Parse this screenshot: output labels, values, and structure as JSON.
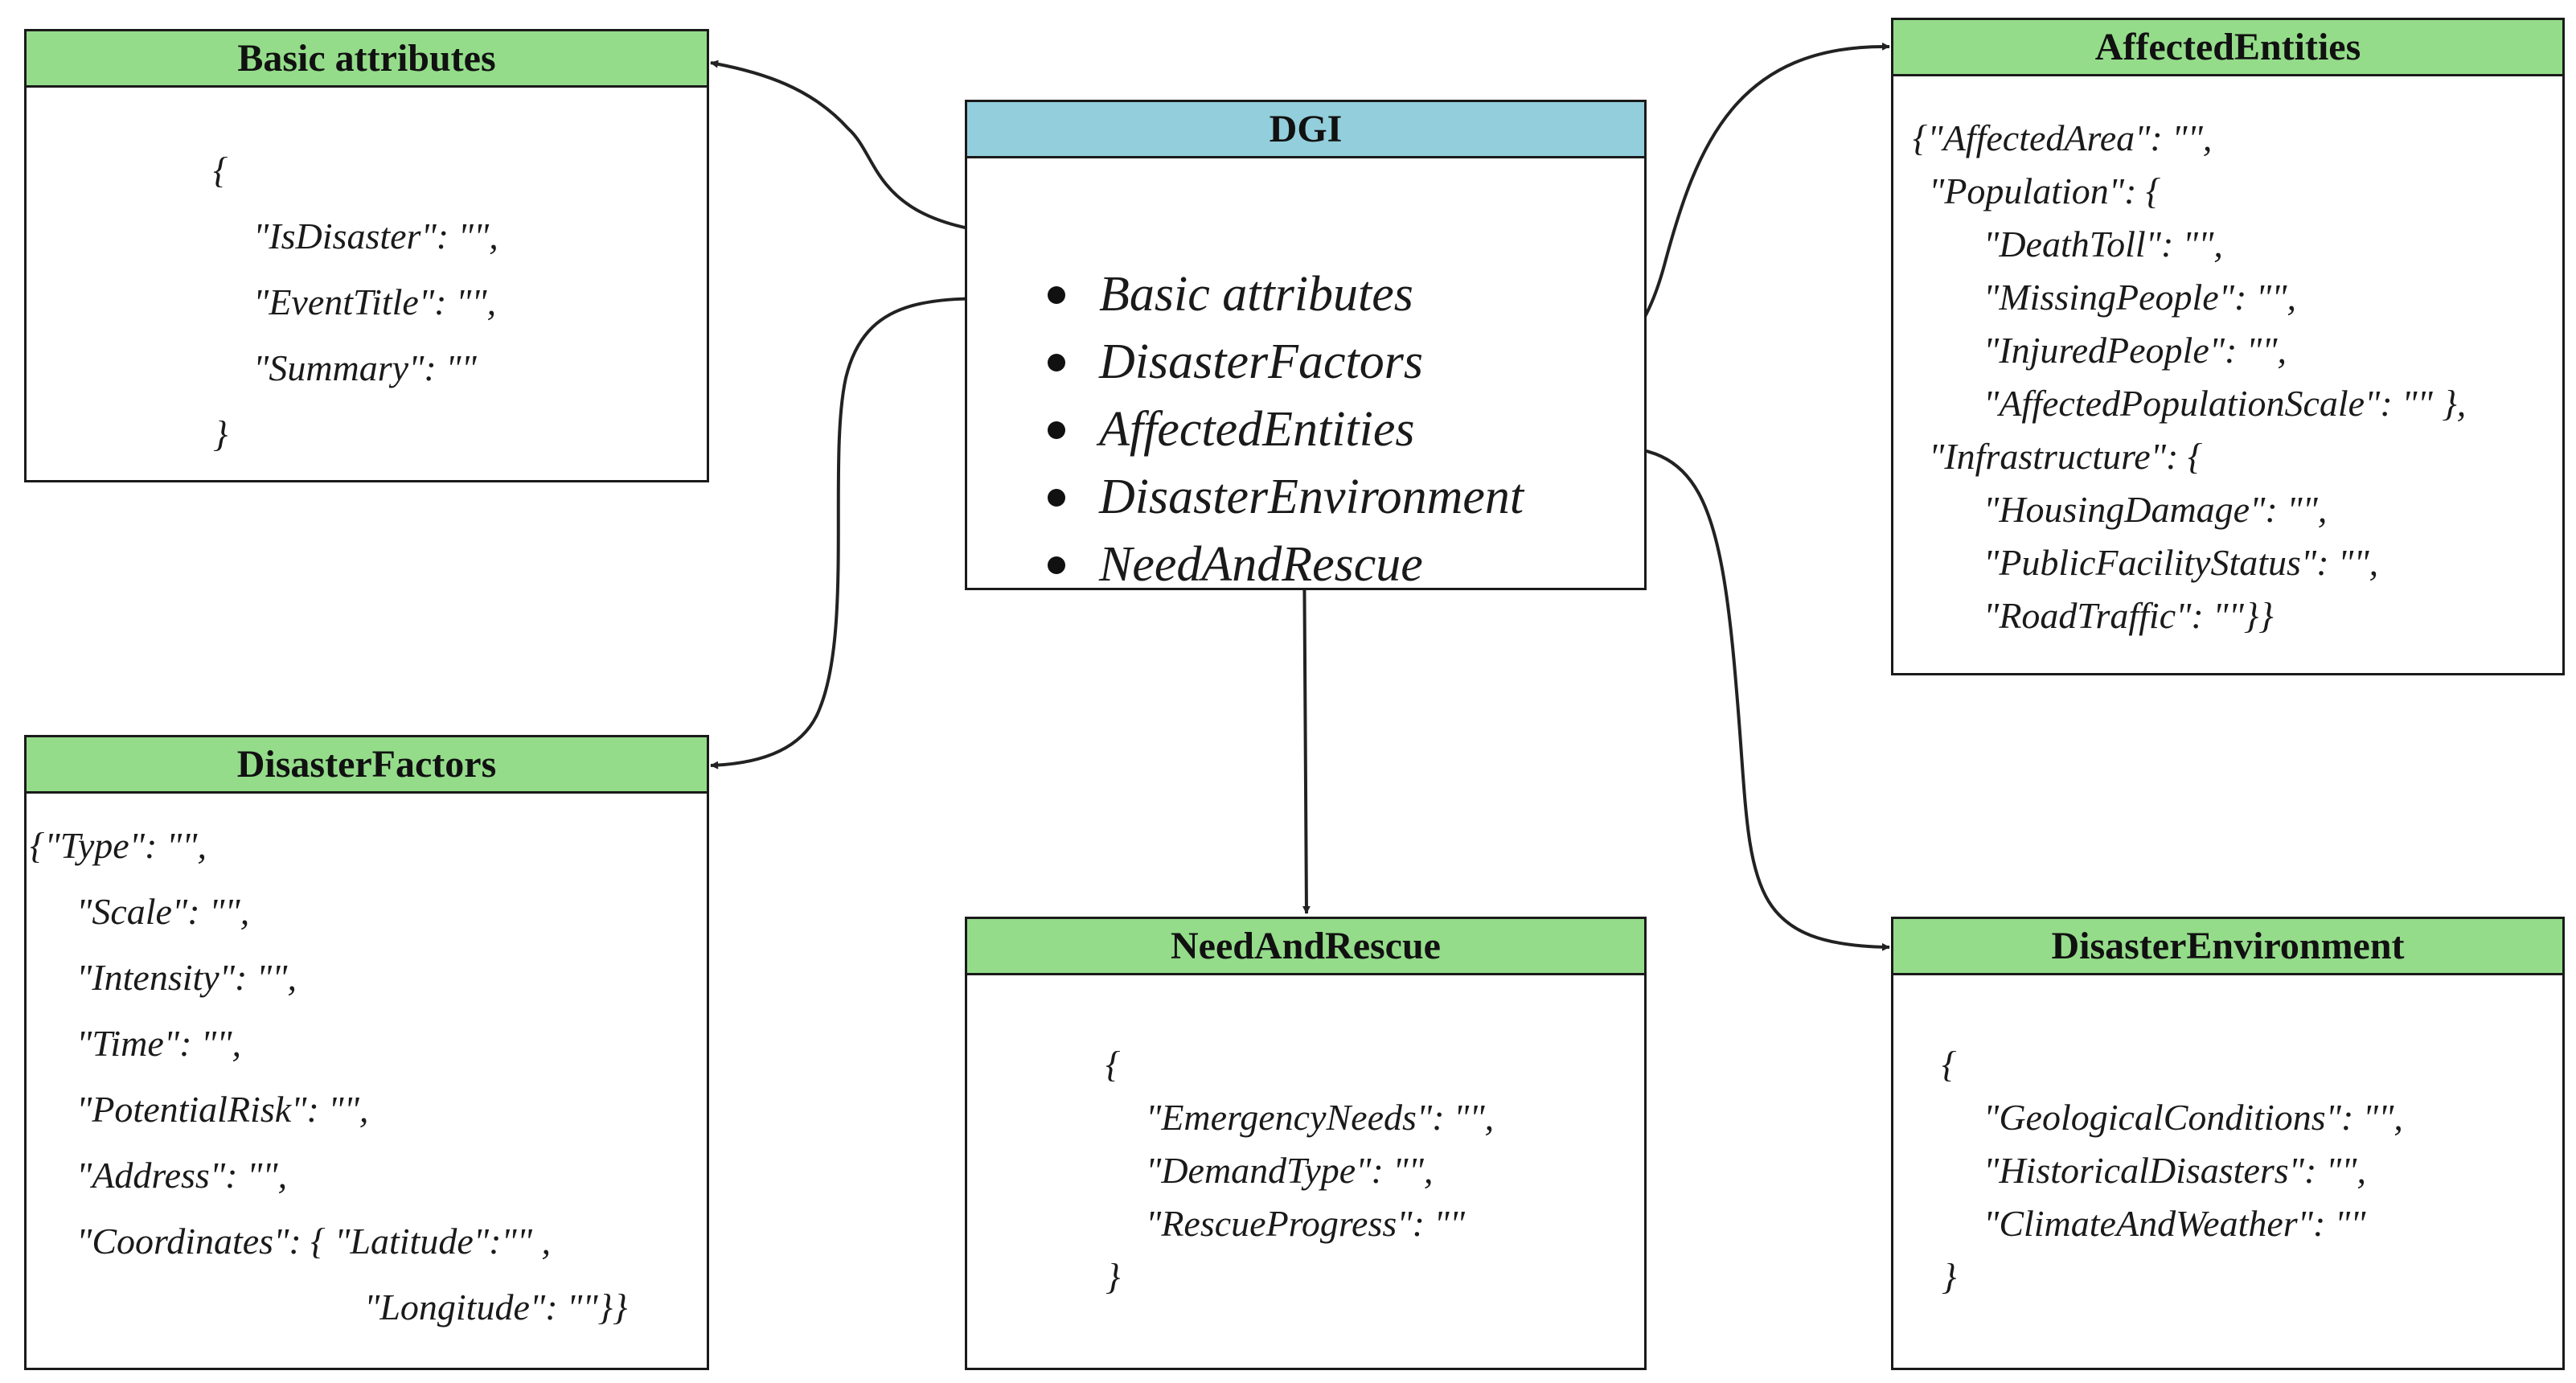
{
  "dgi": {
    "title": "DGI",
    "items": [
      "Basic attributes",
      "DisasterFactors",
      "AffectedEntities",
      "DisasterEnvironment",
      "NeedAndRescue"
    ]
  },
  "basic_attributes": {
    "title": "Basic attributes",
    "lines": [
      "{",
      "\"IsDisaster\": \"\",",
      "\"EventTitle\": \"\",",
      "\"Summary\": \"\"",
      "}"
    ]
  },
  "disaster_factors": {
    "title": "DisasterFactors",
    "lines": [
      "{\"Type\": \"\",",
      "\"Scale\": \"\",",
      "\"Intensity\": \"\",",
      "\"Time\": \"\",",
      "\"PotentialRisk\": \"\",",
      "\"Address\": \"\",",
      "\"Coordinates\": { \"Latitude\":\"\" ,",
      "\"Longitude\": \"\"}}"
    ]
  },
  "need_and_rescue": {
    "title": "NeedAndRescue",
    "lines": [
      "{",
      "\"EmergencyNeeds\": \"\",",
      "\"DemandType\": \"\",",
      "\"RescueProgress\": \"\"",
      "}"
    ]
  },
  "affected_entities": {
    "title": "AffectedEntities",
    "lines": [
      "{\"AffectedArea\": \"\",",
      "\"Population\": {",
      "\"DeathToll\": \"\",",
      "\"MissingPeople\": \"\",",
      "\"InjuredPeople\": \"\",",
      "\"AffectedPopulationScale\": \"\" },",
      "\"Infrastructure\": {",
      "\"HousingDamage\": \"\",",
      "\"PublicFacilityStatus\": \"\",",
      "\"RoadTraffic\": \"\"}}"
    ]
  },
  "disaster_environment": {
    "title": "DisasterEnvironment",
    "lines": [
      "{",
      "\"GeologicalConditions\": \"\",",
      "\"HistoricalDisasters\": \"\",",
      "\"ClimateAndWeather\": \"\"",
      "}"
    ]
  },
  "colors": {
    "header_green": "#94dc8a",
    "header_blue": "#92cedb",
    "border": "#1a1a1a"
  }
}
